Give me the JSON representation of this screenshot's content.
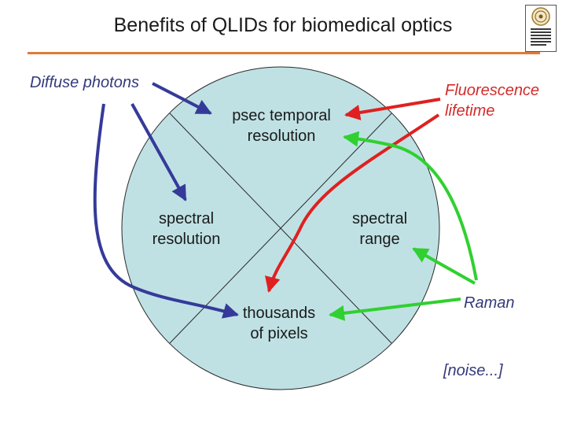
{
  "title": "Benefits of QLIDs for biomedical optics",
  "colors": {
    "accent_rule": "#e07b39",
    "circle_fill": "#bfe1e4",
    "blue_arrow": "#353a9a",
    "red_arrow": "#e02020",
    "green_arrow": "#30d030",
    "fluorescence_text": "#d42a2a",
    "italic_text": "#333a7a"
  },
  "logo": {
    "icon": "university-seal-icon"
  },
  "circle": {
    "top": "psec temporal resolution",
    "left": "spectral resolution",
    "right": "spectral range",
    "bottom": "thousands of pixels"
  },
  "sources": {
    "diffuse": "Diffuse photons",
    "fluorescence": "Fluorescence lifetime",
    "raman": "Raman",
    "noise": "[noise...]"
  },
  "labels": {
    "top_lines": [
      "psec temporal",
      "resolution"
    ],
    "left_lines": [
      "spectral",
      "resolution"
    ],
    "right_lines": [
      "spectral",
      "range"
    ],
    "bottom_lines": [
      "thousands",
      "of pixels"
    ],
    "fluorescence_lines": [
      "Fluorescence",
      "lifetime"
    ]
  }
}
